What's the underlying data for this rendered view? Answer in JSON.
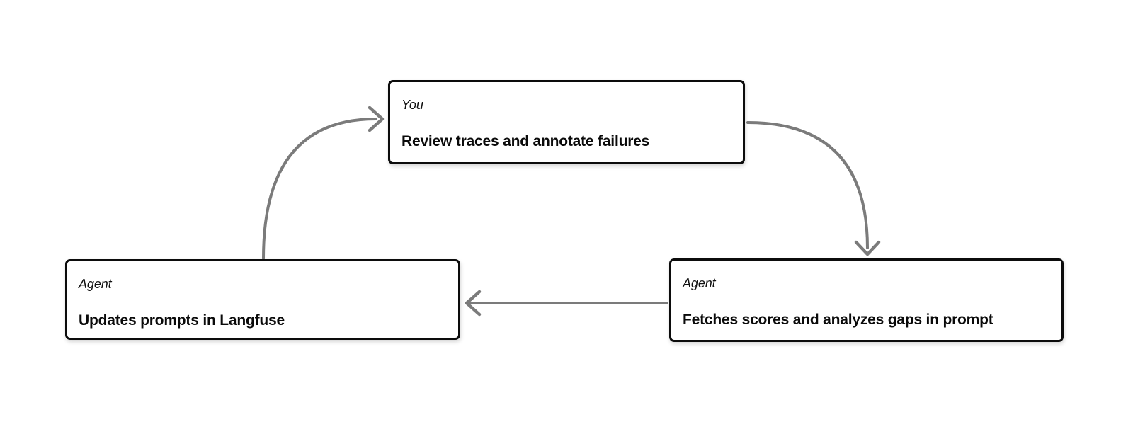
{
  "canvas": {
    "background": "#ffffff"
  },
  "colors": {
    "arrow": "#7b7b7b",
    "box_border": "#0c0c0c",
    "box_fill": "#ffffff",
    "text": "#0a0a0a"
  },
  "nodes": [
    {
      "id": "review-traces",
      "actor": "You",
      "title": "Review traces and annotate failures"
    },
    {
      "id": "updates-prompts",
      "actor": "Agent",
      "title": "Updates prompts in Langfuse"
    },
    {
      "id": "fetches-scores",
      "actor": "Agent",
      "title": "Fetches scores and analyzes gaps in prompt"
    }
  ],
  "edges": [
    {
      "from": "updates-prompts",
      "to": "review-traces",
      "shape": "curved",
      "direction": "up-right"
    },
    {
      "from": "review-traces",
      "to": "fetches-scores",
      "shape": "curved",
      "direction": "down-right"
    },
    {
      "from": "fetches-scores",
      "to": "updates-prompts",
      "shape": "straight",
      "direction": "left"
    }
  ]
}
